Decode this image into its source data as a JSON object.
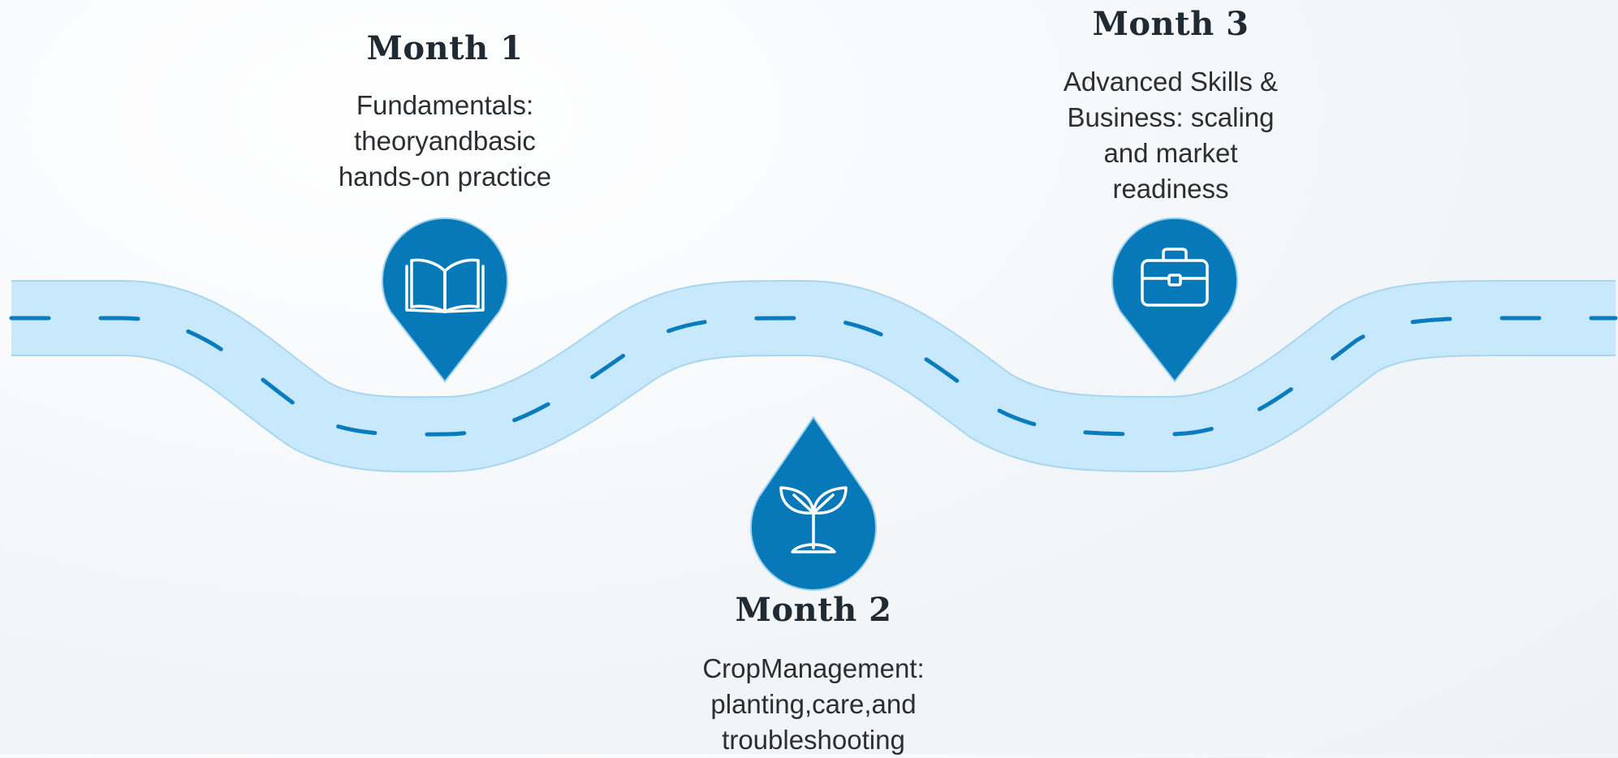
{
  "colors": {
    "road_fill": "#c8e8fb",
    "road_edge": "#a9d6ee",
    "lane_marking": "#0a7bbd",
    "pin": "#0779b8",
    "pin_outline": "#9ccfe9",
    "icon": "#ffffff",
    "title_text": "#1f2a33",
    "body_text": "#2b2f33"
  },
  "milestones": [
    {
      "title": "Month 1",
      "description_lines": [
        "Fundamentals:",
        "theoryandbasic",
        "hands-on practice"
      ],
      "icon": "open-book-icon"
    },
    {
      "title": "Month 2",
      "description_lines": [
        "CropManagement:",
        "planting,care,and",
        "troubleshooting"
      ],
      "icon": "sprout-icon"
    },
    {
      "title": "Month 3",
      "description_lines": [
        "Advanced Skills &",
        "Business: scaling",
        "and market",
        "readiness"
      ],
      "icon": "briefcase-icon"
    }
  ]
}
